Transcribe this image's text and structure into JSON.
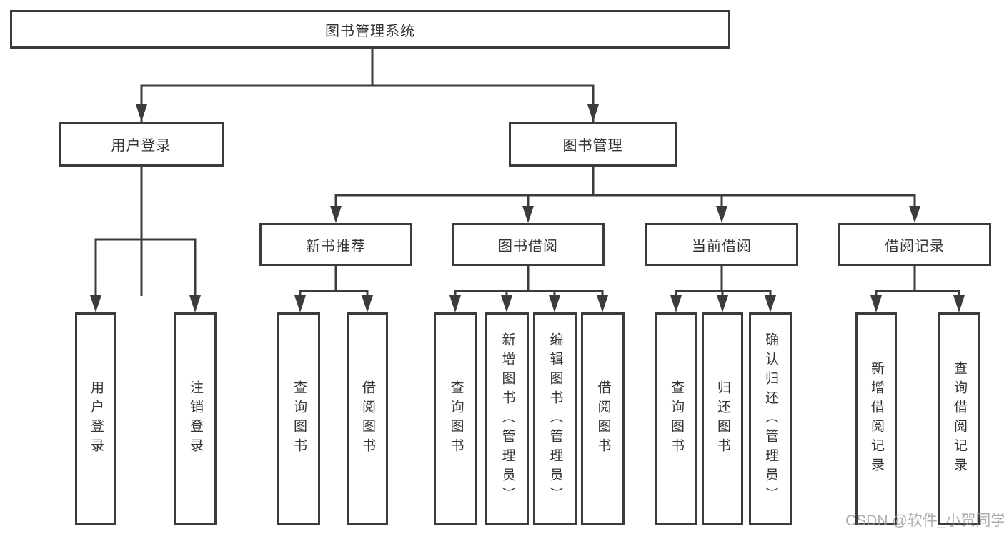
{
  "diagram": {
    "tree": {
      "label": "图书管理系统",
      "children": [
        {
          "label": "用户登录",
          "children": [
            {
              "label": "用户登录"
            },
            {
              "label": "注销登录"
            }
          ]
        },
        {
          "label": "图书管理",
          "children": [
            {
              "label": "新书推荐",
              "children": [
                {
                  "label": "查询图书"
                },
                {
                  "label": "借阅图书"
                }
              ]
            },
            {
              "label": "图书借阅",
              "children": [
                {
                  "label": "查询图书"
                },
                {
                  "label": "新增图书（管理员）"
                },
                {
                  "label": "编辑图书（管理员）"
                },
                {
                  "label": "借阅图书"
                }
              ]
            },
            {
              "label": "当前借阅",
              "children": [
                {
                  "label": "查询图书"
                },
                {
                  "label": "归还图书"
                },
                {
                  "label": "确认归还（管理员）"
                }
              ]
            },
            {
              "label": "借阅记录",
              "children": [
                {
                  "label": "新增借阅记录"
                },
                {
                  "label": "查询借阅记录"
                }
              ]
            }
          ]
        }
      ]
    }
  },
  "watermark": {
    "text": "CSDN @软件_小贺同学"
  },
  "colors": {
    "line": "#3b3b3b",
    "text": "#333333",
    "background": "#ffffff",
    "watermark": "#9a9a9a"
  }
}
